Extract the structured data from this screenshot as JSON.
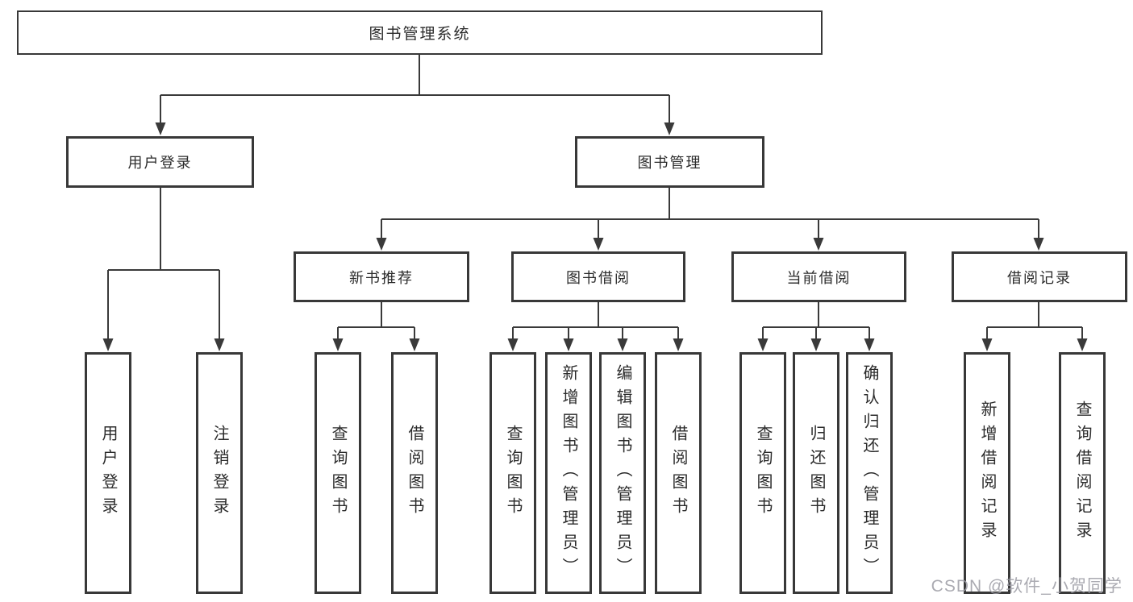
{
  "diagram": {
    "type": "hierarchy-tree",
    "tree": {
      "label": "图书管理系统",
      "children": [
        {
          "label": "用户登录",
          "children": [
            {
              "label": "用户登录"
            },
            {
              "label": "注销登录"
            }
          ]
        },
        {
          "label": "图书管理",
          "children": [
            {
              "label": "新书推荐",
              "children": [
                {
                  "label": "查询图书"
                },
                {
                  "label": "借阅图书"
                }
              ]
            },
            {
              "label": "图书借阅",
              "children": [
                {
                  "label": "查询图书"
                },
                {
                  "label": "新增图书（管理员）"
                },
                {
                  "label": "编辑图书（管理员）"
                },
                {
                  "label": "借阅图书"
                }
              ]
            },
            {
              "label": "当前借阅",
              "children": [
                {
                  "label": "查询图书"
                },
                {
                  "label": "归还图书"
                },
                {
                  "label": "确认归还（管理员）"
                }
              ]
            },
            {
              "label": "借阅记录",
              "children": [
                {
                  "label": "新增借阅记录"
                },
                {
                  "label": "查询借阅记录"
                }
              ]
            }
          ]
        }
      ]
    },
    "colors": {
      "line": "#3a3a3a",
      "box_border": "#383838",
      "text": "#2b2b2b",
      "background": "#ffffff",
      "watermark": "#9b9ba3"
    }
  },
  "watermark": {
    "text": "CSDN @软件_小贺同学"
  }
}
